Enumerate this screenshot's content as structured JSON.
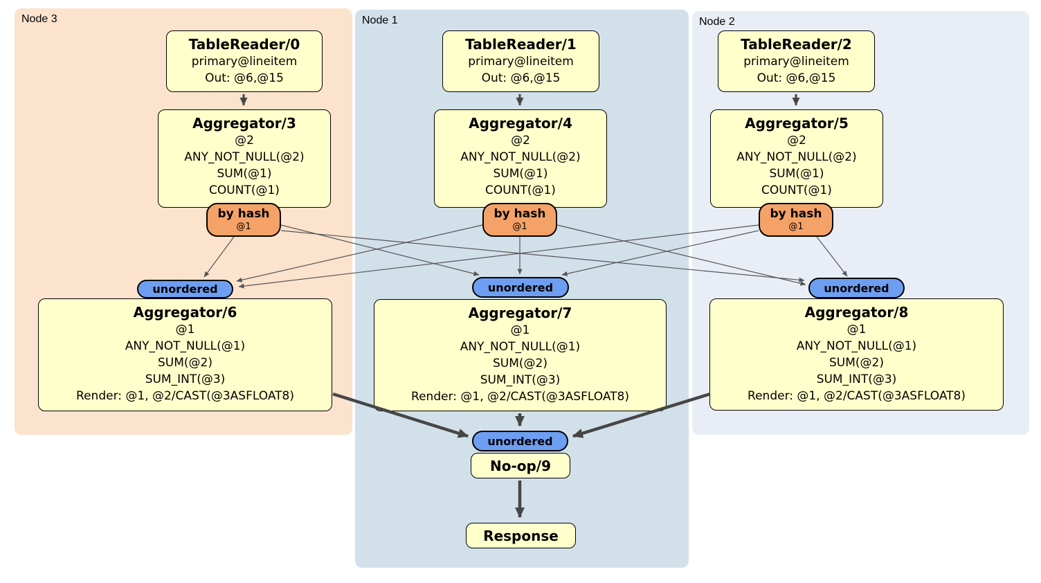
{
  "colors": {
    "canvas_bg": "#ffffff",
    "node3_bg": "#fbe3ce",
    "node1_bg": "#d2e0ea",
    "node2_bg": "#e9eef6",
    "processor_bg": "#ffffcc",
    "router_bg": "#f5a268",
    "sync_bg": "#6d9ef1",
    "border": "#000000",
    "edge_thin": "#555555",
    "edge_thick": "#464646"
  },
  "regions": [
    {
      "id": "node3",
      "label": "Node 3"
    },
    {
      "id": "node1",
      "label": "Node 1"
    },
    {
      "id": "node2",
      "label": "Node 2"
    }
  ],
  "processors": {
    "tr0": {
      "title": "TableReader/0",
      "lines": [
        "primary@lineitem",
        "Out: @6,@15"
      ]
    },
    "tr1": {
      "title": "TableReader/1",
      "lines": [
        "primary@lineitem",
        "Out: @6,@15"
      ]
    },
    "tr2": {
      "title": "TableReader/2",
      "lines": [
        "primary@lineitem",
        "Out: @6,@15"
      ]
    },
    "agg3": {
      "title": "Aggregator/3",
      "lines": [
        "@2",
        "ANY_NOT_NULL(@2)",
        "SUM(@1)",
        "COUNT(@1)"
      ]
    },
    "agg4": {
      "title": "Aggregator/4",
      "lines": [
        "@2",
        "ANY_NOT_NULL(@2)",
        "SUM(@1)",
        "COUNT(@1)"
      ]
    },
    "agg5": {
      "title": "Aggregator/5",
      "lines": [
        "@2",
        "ANY_NOT_NULL(@2)",
        "SUM(@1)",
        "COUNT(@1)"
      ]
    },
    "agg6": {
      "title": "Aggregator/6",
      "lines": [
        "@1",
        "ANY_NOT_NULL(@1)",
        "SUM(@2)",
        "SUM_INT(@3)",
        "Render: @1, @2/CAST(@3ASFLOAT8)"
      ]
    },
    "agg7": {
      "title": "Aggregator/7",
      "lines": [
        "@1",
        "ANY_NOT_NULL(@1)",
        "SUM(@2)",
        "SUM_INT(@3)",
        "Render: @1, @2/CAST(@3ASFLOAT8)"
      ]
    },
    "agg8": {
      "title": "Aggregator/8",
      "lines": [
        "@1",
        "ANY_NOT_NULL(@1)",
        "SUM(@2)",
        "SUM_INT(@3)",
        "Render: @1, @2/CAST(@3ASFLOAT8)"
      ]
    },
    "noop9": {
      "title": "No-op/9"
    },
    "response": {
      "title": "Response"
    }
  },
  "routers": {
    "hash3": {
      "label": "by hash",
      "detail": "@1"
    },
    "hash4": {
      "label": "by hash",
      "detail": "@1"
    },
    "hash5": {
      "label": "by hash",
      "detail": "@1"
    }
  },
  "synchronizers": {
    "u3": {
      "label": "unordered"
    },
    "u1": {
      "label": "unordered"
    },
    "u2": {
      "label": "unordered"
    },
    "ufinal": {
      "label": "unordered"
    }
  }
}
